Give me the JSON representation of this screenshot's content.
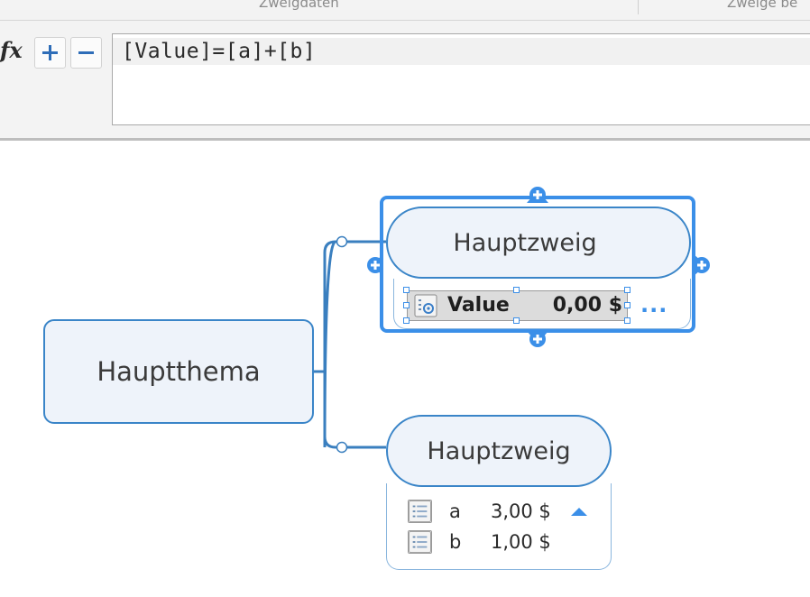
{
  "ribbon": {
    "group1": "Zweigdaten",
    "group2": "Zweige be"
  },
  "formula_bar": {
    "fx_label": "fx",
    "add_icon": "plus-icon",
    "remove_icon": "minus-icon",
    "formula": "[Value]=[a]+[b]"
  },
  "map": {
    "central_topic": "Hauptthema",
    "branch1": {
      "title": "Hauptzweig",
      "property": {
        "name": "Value",
        "value": "0,00 $",
        "icon": "calculated-property-icon"
      },
      "more": "..."
    },
    "branch2": {
      "title": "Hauptzweig",
      "properties": [
        {
          "name": "a",
          "value": "3,00 $",
          "icon": "list-property-icon"
        },
        {
          "name": "b",
          "value": "1,00 $",
          "icon": "list-property-icon"
        }
      ]
    }
  },
  "colors": {
    "accent": "#3b8fe8",
    "topic_fill": "#eef3fa",
    "topic_border": "#3a85c8",
    "connector": "#3a7fbf"
  }
}
